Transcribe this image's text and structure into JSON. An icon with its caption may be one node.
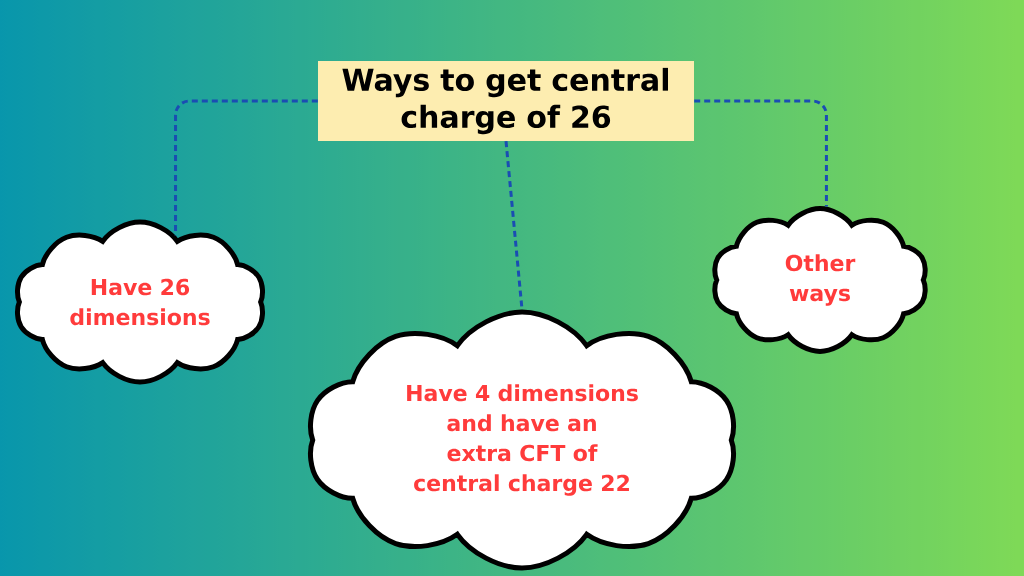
{
  "diagram": {
    "nodes": [
      {
        "text": [
          "Ways to get central charge of 26"
        ]
      },
      {
        "text": [
          "Have 26 dimensions"
        ]
      },
      {
        "text": [
          "Have 4 dimensions and have an extra CFT of central charge 22"
        ]
      },
      {
        "text": [
          "Other ways"
        ]
      }
    ],
    "edges": [
      {
        "from": 0,
        "to": 1,
        "arrow": "none",
        "style": "dashed"
      },
      {
        "from": 0,
        "to": 2,
        "arrow": "none",
        "style": "dashed"
      },
      {
        "from": 0,
        "to": 3,
        "arrow": "none",
        "style": "dashed"
      }
    ]
  }
}
